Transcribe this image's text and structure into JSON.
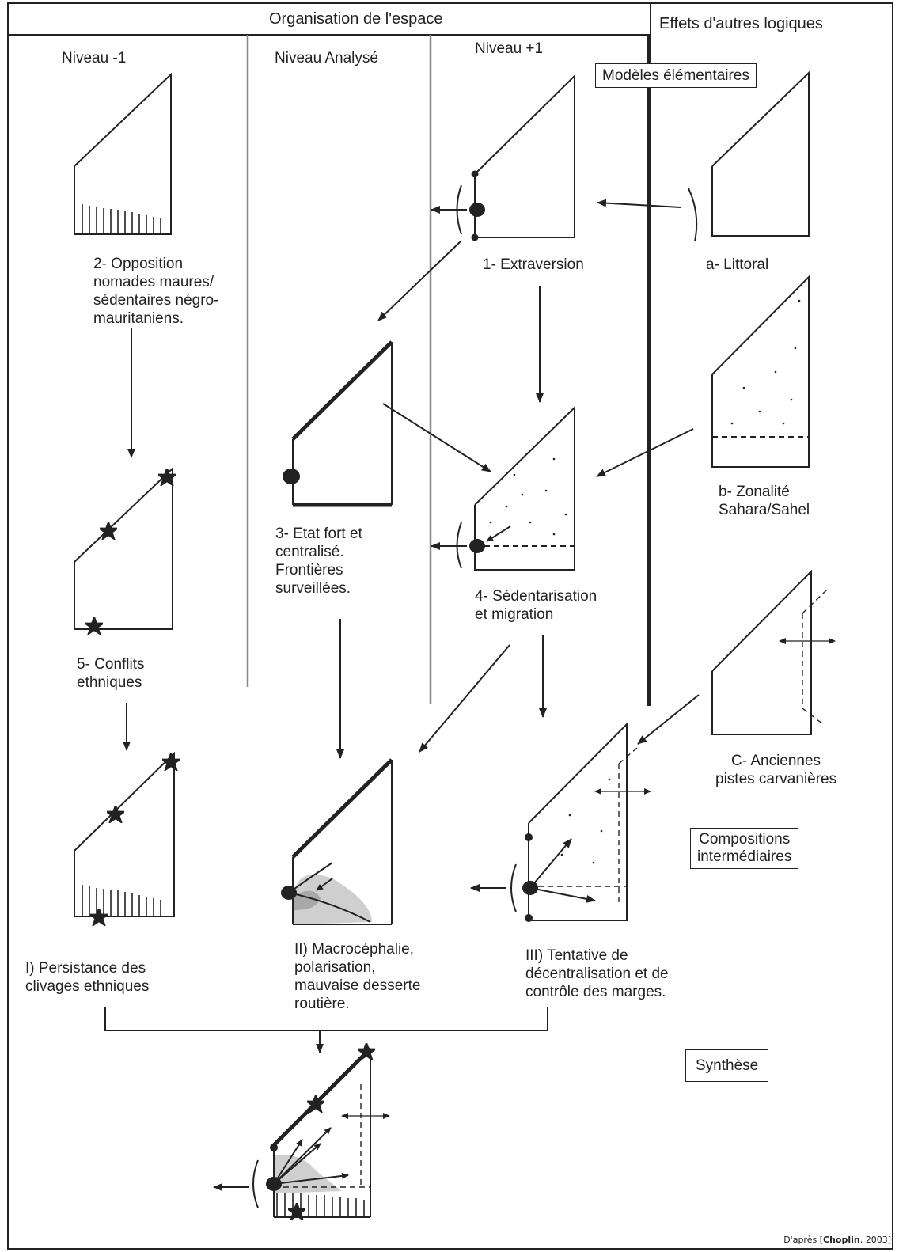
{
  "header": {
    "organisation": "Organisation de l'espace",
    "effets": "Effets d'autres logiques"
  },
  "columns": {
    "niveau_minus1": "Niveau -1",
    "niveau_analyse": "Niveau Analysé",
    "niveau_plus1": "Niveau +1"
  },
  "boxes": {
    "modeles": "Modèles élémentaires",
    "compositions_line1": "Compositions",
    "compositions_line2": "intermédiaires",
    "synthese": "Synthèse"
  },
  "models": {
    "m1": "1- Extraversion",
    "m2_line1": "2- Opposition",
    "m2_line2": "nomades maures/",
    "m2_line3": "sédentaires négro-",
    "m2_line4": "mauritaniens.",
    "m3_line1": "3- Etat fort et",
    "m3_line2": "centralisé.",
    "m3_line3": "Frontières",
    "m3_line4": "surveillées.",
    "m4_line1": "4- Sédentarisation",
    "m4_line2": "et migration",
    "m5_line1": "5- Conflits",
    "m5_line2": "ethniques",
    "ma": "a- Littoral",
    "mb_line1": "b- Zonalité",
    "mb_line2": "Sahara/Sahel",
    "mc_line1": "C- Anciennes",
    "mc_line2": "pistes carvanières"
  },
  "compositions": {
    "c1_line1": "I) Persistance des",
    "c1_line2": "clivages ethniques",
    "c2_line1": "II) Macrocéphalie,",
    "c2_line2": "polarisation,",
    "c2_line3": "mauvaise desserte",
    "c2_line4": "routière.",
    "c3_line1": "III) Tentative de",
    "c3_line2": "décentralisation et de",
    "c3_line3": "contrôle des marges."
  },
  "source": {
    "prefix": "D'après [",
    "author": "Choplin",
    "suffix": ", 2003]"
  },
  "colors": {
    "line": "#222222",
    "divider": "#888888",
    "shade": "#cfcfcf"
  }
}
